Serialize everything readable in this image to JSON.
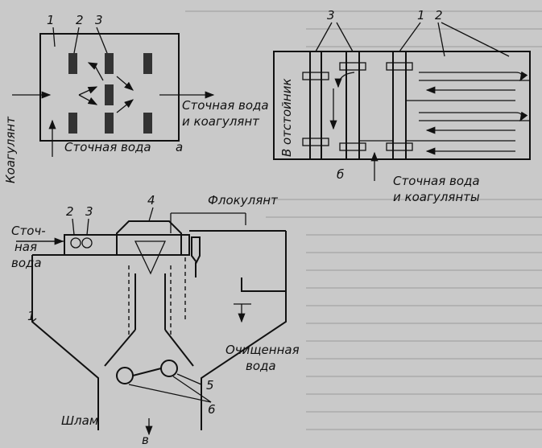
{
  "figure_a": {
    "label_coagulant": "Коагулянт",
    "label_wastewater": "Сточная вода",
    "label_out_line1": "Сточная вода",
    "label_out_line2": "и коагулянт",
    "letter": "а",
    "num1": "1",
    "num2": "2",
    "num3": "3"
  },
  "figure_b": {
    "label_settler": "В отстойник",
    "label_in_line1": "Сточная вода",
    "label_in_line2": "и коагулянты",
    "letter": "б",
    "num1": "1",
    "num2": "2",
    "num3": "3"
  },
  "figure_v": {
    "label_water_line1": "Сточ-",
    "label_water_line2": "ная",
    "label_water_line3": "вода",
    "label_flocculant": "Флокулянт",
    "label_clean_line1": "Очищенная",
    "label_clean_line2": "вода",
    "label_sludge": "Шлам",
    "letter": "в",
    "num1": "1",
    "num2": "2",
    "num3": "3",
    "num4": "4",
    "num5": "5",
    "num6": "6"
  }
}
